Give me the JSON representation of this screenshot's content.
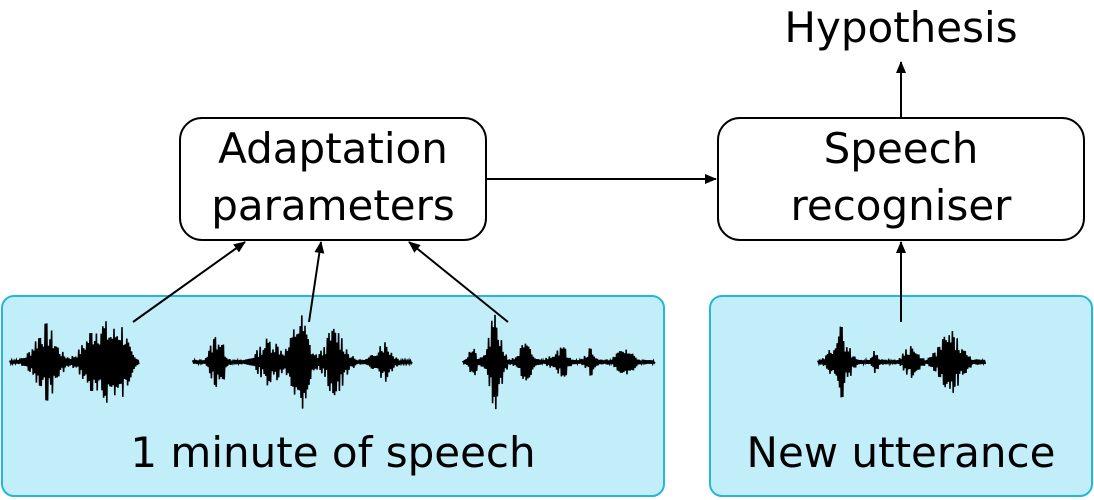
{
  "nodes": {
    "adaptation": {
      "line1": "Adaptation",
      "line2": "parameters"
    },
    "recogniser": {
      "line1": "Speech",
      "line2": "recogniser"
    },
    "hypothesis": {
      "label": "Hypothesis"
    }
  },
  "panels": {
    "speech_minute": {
      "label": "1 minute of speech"
    },
    "new_utterance": {
      "label": "New utterance"
    }
  },
  "colors": {
    "panel_fill": "#c2eefa",
    "panel_border": "#25b6d9"
  }
}
